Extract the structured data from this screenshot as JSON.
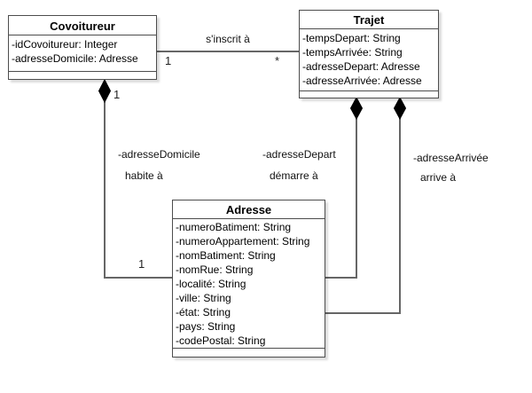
{
  "diagram": {
    "classes": [
      {
        "name": "Covoitureur",
        "attributes": [
          "-idCovoitureur: Integer",
          "-adresseDomicile: Adresse"
        ]
      },
      {
        "name": "Trajet",
        "attributes": [
          "-tempsDepart: String",
          "-tempsArrivée: String",
          "-adresseDepart: Adresse",
          "-adresseArrivée: Adresse"
        ]
      },
      {
        "name": "Adresse",
        "attributes": [
          "-numeroBatiment: String",
          "-numeroAppartement: String",
          "-nomBatiment: String",
          "-nomRue: String",
          "-localité: String",
          "-ville: String",
          "-état: String",
          "-pays: String",
          "-codePostal: String"
        ]
      }
    ],
    "associations": [
      {
        "label": "s'inscrit à",
        "from": "Covoitureur",
        "to": "Trajet",
        "from_multiplicity": "1",
        "to_multiplicity": "*",
        "type": "association"
      },
      {
        "role": "-adresseDomicile",
        "label": "habite à",
        "from": "Covoitureur",
        "to": "Adresse",
        "from_multiplicity": "1",
        "to_multiplicity": "1",
        "type": "composition"
      },
      {
        "role": "-adresseDepart",
        "label": "démarre à",
        "from": "Trajet",
        "to": "Adresse",
        "type": "composition"
      },
      {
        "role": "-adresseArrivée",
        "label": "arrive à",
        "from": "Trajet",
        "to": "Adresse",
        "type": "composition"
      }
    ],
    "colors": {
      "background": "#ffffff",
      "box_fill": "#ffffff",
      "box_border": "#4d4d4d",
      "connector": "#666666",
      "diamond": "#000000",
      "text": "#000000"
    }
  }
}
